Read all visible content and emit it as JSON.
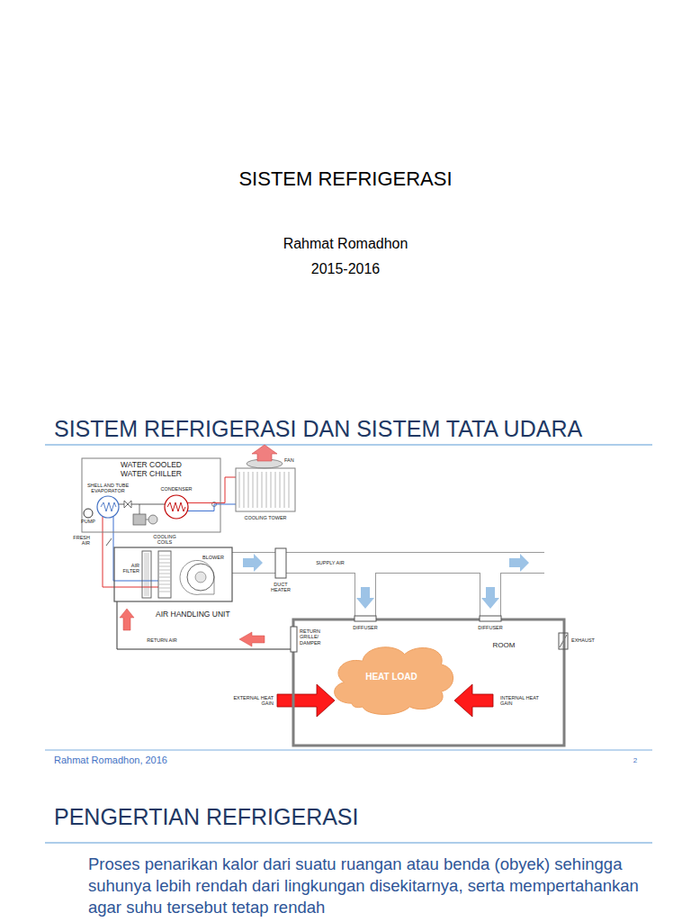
{
  "diagram": {
    "title": "SISTEM REFRIGERASI",
    "nodes": [
      {
        "text": [
          "WATER COOLED WATER CHILLER"
        ]
      },
      {
        "text": [
          "SHELL AND TUBE EVAPORATOR"
        ],
        "in": 0
      },
      {
        "text": [
          "CONDENSER"
        ],
        "in": 0
      },
      {
        "text": [
          "PUMP"
        ],
        "in": 0
      },
      {
        "text": [
          "COOLING TOWER"
        ]
      },
      {
        "text": [
          "AIR HANDLING UNIT"
        ]
      },
      {
        "text": [
          "AIR FILTER"
        ],
        "in": 5
      },
      {
        "text": [
          "COOLING COILS"
        ],
        "in": 5
      },
      {
        "text": [
          "BLOWER"
        ],
        "in": 5
      },
      {
        "text": [
          "DUCT HEATER"
        ]
      },
      {
        "text": [
          "ROOM"
        ]
      },
      {
        "text": [
          "DIFFUSER"
        ]
      },
      {
        "text": [
          "DIFFUSER"
        ]
      },
      {
        "text": [
          "RETURN GRILLE/ DAMPER"
        ]
      },
      {
        "text": [
          "EXHAUST"
        ]
      },
      {
        "text": [
          "HEAT LOAD"
        ],
        "in": 10
      }
    ],
    "edges": [
      {
        "from": 2,
        "to": 4,
        "arrow": "none"
      },
      {
        "from": 4,
        "to": 2,
        "arrow": "none"
      },
      {
        "from": 1,
        "to": 7,
        "arrow": "none"
      },
      {
        "from": 7,
        "to": 1,
        "arrow": "none"
      },
      {
        "from": 5,
        "to": 9,
        "arrow": "none"
      },
      {
        "from": 9,
        "to": 11,
        "arrow": "none"
      },
      {
        "from": 9,
        "to": 12,
        "arrow": "none"
      },
      {
        "from": 13,
        "to": 5,
        "arrow": "none"
      }
    ],
    "labels": [
      "Rahmat Romadhon",
      "2015-2016",
      "SISTEM REFRIGERASI DAN SISTEM TATA UDARA",
      "FAN",
      "FRESH AIR",
      "SUPPLY AIR",
      "RETURN AIR",
      "EXTERNAL HEAT GAIN",
      "INTERNAL HEAT GAIN",
      "Rahmat Romadhon, 2016",
      "2",
      "PENGERTIAN REFRIGERASI",
      "Proses penarikan kalor dari suatu  ruangan atau benda (obyek) sehingga suhunya lebih rendah dari lingkungan disekitarnya, serta mempertahankan agar suhu tersebut tetap rendah"
    ]
  }
}
